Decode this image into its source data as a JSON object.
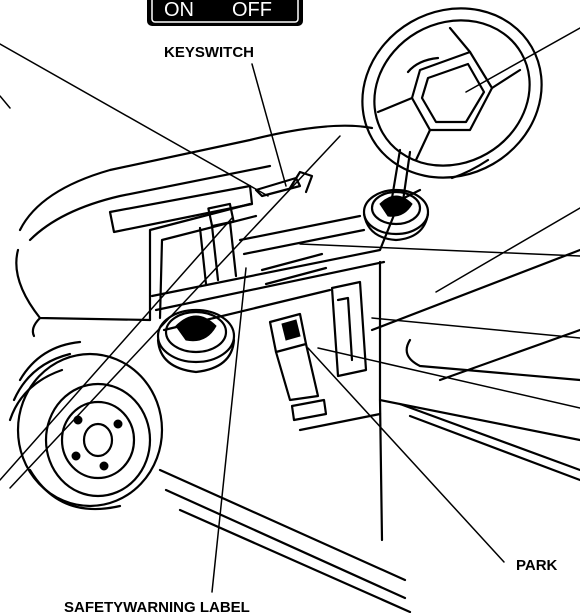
{
  "labels": {
    "switch_on": "ON",
    "switch_off": "OFF",
    "keyswitch": "KEYSWITCH",
    "park": "PARK",
    "safety_warning": "SAFETYWARNING LABEL"
  }
}
